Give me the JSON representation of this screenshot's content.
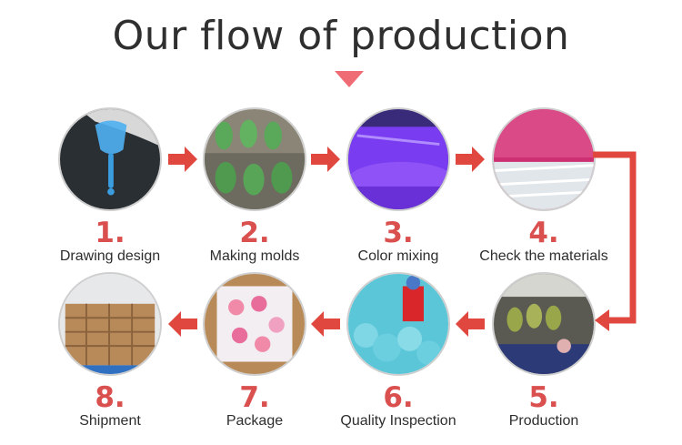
{
  "title": "Our flow of production",
  "colors": {
    "accent": "#d9504f",
    "arrow": "#e0483f",
    "title_arrow": "#f06c75"
  },
  "steps": [
    {
      "number": "1.",
      "label": "Drawing design"
    },
    {
      "number": "2.",
      "label": "Making molds"
    },
    {
      "number": "3.",
      "label": "Color mixing"
    },
    {
      "number": "4.",
      "label": "Check the materials"
    },
    {
      "number": "5.",
      "label": "Production"
    },
    {
      "number": "6.",
      "label": "Quality Inspection"
    },
    {
      "number": "7.",
      "label": "Package"
    },
    {
      "number": "8.",
      "label": "Shipment"
    }
  ]
}
